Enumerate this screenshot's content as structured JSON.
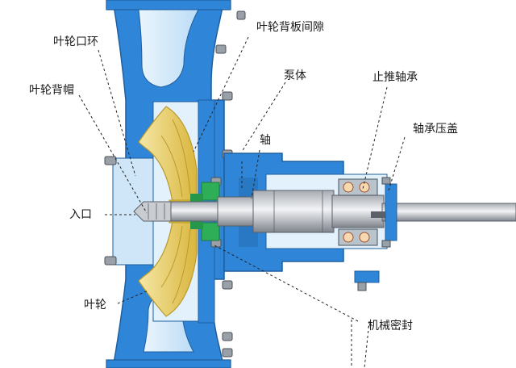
{
  "labels": {
    "impeller_ring": "叶轮口环",
    "back_plate_gap": "叶轮背板间隙",
    "impeller_cap": "叶轮背帽",
    "pump_body": "泵体",
    "thrust_bearing": "止推轴承",
    "shaft": "轴",
    "bearing_gland": "轴承压盖",
    "inlet": "入口",
    "impeller": "叶轮",
    "mechanical_seal": "机械密封"
  },
  "colors": {
    "casing": "#2f86d9",
    "casing_light": "#d7ecfb",
    "impeller": "#e6c84a",
    "impeller_dark": "#b99a2a",
    "seal": "#2fae58",
    "shaft": "#c9ccd1",
    "shaft_dark": "#8a8f96",
    "leader": "#222222"
  }
}
